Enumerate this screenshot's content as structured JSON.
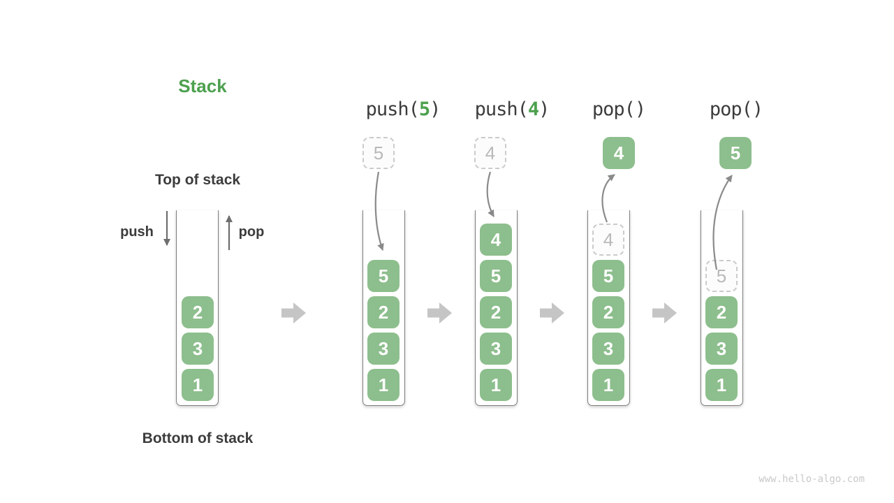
{
  "diagram": {
    "title": "Stack",
    "top_label": "Top of stack",
    "bottom_label": "Bottom of stack",
    "push_label": "push",
    "pop_label": "pop",
    "watermark": "www.hello-algo.com"
  },
  "stages": [
    {
      "id": "initial",
      "stack": [
        "2",
        "3",
        "1"
      ]
    },
    {
      "id": "push-5",
      "op_prefix": "push(",
      "op_arg": "5",
      "op_suffix": ")",
      "incoming": "5",
      "stack": [
        "5",
        "2",
        "3",
        "1"
      ]
    },
    {
      "id": "push-4",
      "op_prefix": "push(",
      "op_arg": "4",
      "op_suffix": ")",
      "incoming": "4",
      "stack": [
        "4",
        "5",
        "2",
        "3",
        "1"
      ]
    },
    {
      "id": "pop-4",
      "op_prefix": "pop(",
      "op_arg": "",
      "op_suffix": ")",
      "popped": "4",
      "ghost": "4",
      "stack": [
        "5",
        "2",
        "3",
        "1"
      ]
    },
    {
      "id": "pop-5",
      "op_prefix": "pop(",
      "op_arg": "",
      "op_suffix": ")",
      "popped": "5",
      "ghost": "5",
      "stack": [
        "2",
        "3",
        "1"
      ]
    }
  ],
  "colors": {
    "green_box": "#8dbe8d",
    "green_accent": "#4ca04e",
    "text_dark": "#3c3c3c",
    "flow_arrow": "#8a8a8a",
    "push_pop_arrow": "#6e6e6e",
    "block_arrow": "#c5c5c5",
    "ghost_border": "#cbcbcb",
    "ghost_text": "#b9b9b9",
    "watermark_text": "#c9c9c9"
  }
}
